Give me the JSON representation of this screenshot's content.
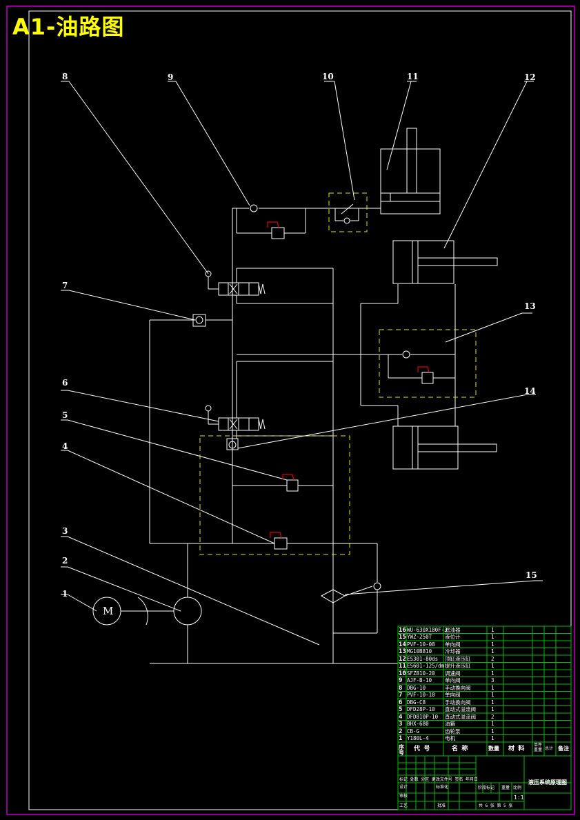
{
  "title": "A1-油路图",
  "motor_letter": "M",
  "callouts": [
    "1",
    "2",
    "3",
    "4",
    "5",
    "6",
    "7",
    "8",
    "9",
    "10",
    "11",
    "12",
    "13",
    "14",
    "15"
  ],
  "parts": [
    {
      "no": "16",
      "code": "WU-630X180F-J",
      "name": "滤油器",
      "qty": "1"
    },
    {
      "no": "15",
      "code": "YWZ-250T",
      "name": "液位计",
      "qty": "1"
    },
    {
      "no": "14",
      "code": "PVF-10-08",
      "name": "单向阀",
      "qty": "1"
    },
    {
      "no": "13",
      "code": "MG10B810",
      "name": "冷却器",
      "qty": "1"
    },
    {
      "no": "12",
      "code": "ES301-80ds",
      "name": "顶缸液压缸",
      "qty": "2"
    },
    {
      "no": "11",
      "code": "ES601-125/dm",
      "name": "提升液压缸",
      "qty": "1"
    },
    {
      "no": "10",
      "code": "SFZ810-20",
      "name": "调速阀",
      "qty": "1"
    },
    {
      "no": "9",
      "code": "AJF-B-10",
      "name": "单向阀",
      "qty": "3"
    },
    {
      "no": "8",
      "code": "DBG-10",
      "name": "手动换向阀",
      "qty": "1"
    },
    {
      "no": "7",
      "code": "PVF-10-10",
      "name": "单向阀",
      "qty": "1"
    },
    {
      "no": "6",
      "code": "DBG-C8",
      "name": "手动换向阀",
      "qty": "1"
    },
    {
      "no": "5",
      "code": "DFD28P-10",
      "name": "直动式溢流阀",
      "qty": "1"
    },
    {
      "no": "4",
      "code": "DFD810P-10",
      "name": "直动式溢流阀",
      "qty": "2"
    },
    {
      "no": "3",
      "code": "BHX-680",
      "name": "油箱",
      "qty": "1"
    },
    {
      "no": "2",
      "code": "CB-G",
      "name": "齿轮泵",
      "qty": "1"
    },
    {
      "no": "1",
      "code": "Y180L-4",
      "name": "电机",
      "qty": "1"
    }
  ],
  "table_header": {
    "seq": "序号",
    "code": "代 号",
    "name": "名 称",
    "qty": "数量",
    "material": "材 料",
    "unit_weight": "单件重量",
    "total": "总计",
    "remark": "备注"
  },
  "title_block": {
    "sign_row": "标记 处数 分区 更改文件号 签名 年月日",
    "designer": "设计",
    "standard": "标准化",
    "stage": "阶段标记",
    "weight": "重量",
    "scale_label": "比例",
    "scale": "1:1",
    "review": "审核",
    "craft": "工艺",
    "approve": "批准",
    "sheet": "共 6 张 第 5 张",
    "drawing_name": "液压系统原理图"
  },
  "colors": {
    "background": "#000000",
    "line": "#ffffff",
    "title": "#ffff00",
    "frame": "#c000c0",
    "dashed": "#e6e600",
    "table": "#00c000",
    "spring": "#e00000"
  }
}
